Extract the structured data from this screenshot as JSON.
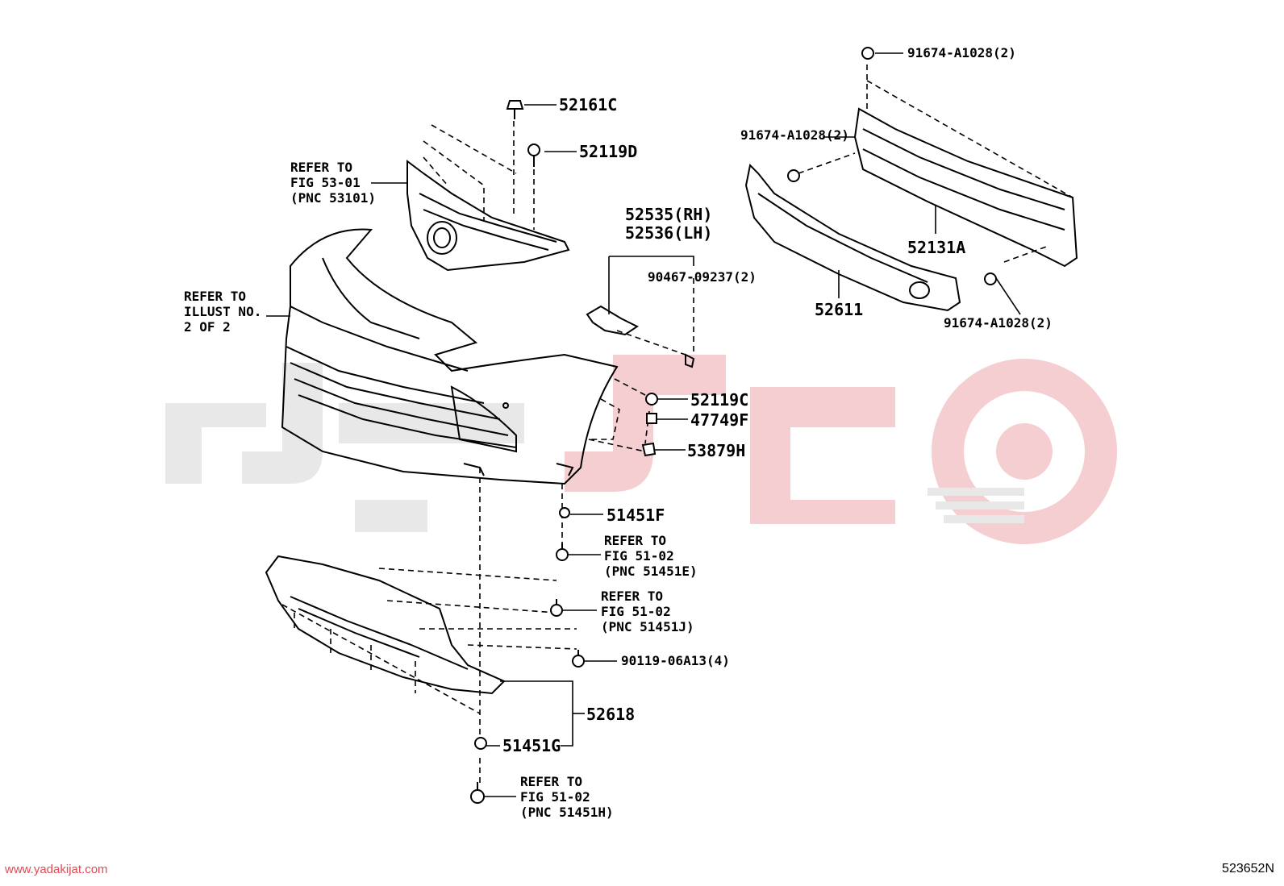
{
  "parts": {
    "p52161C": "52161C",
    "p52119D": "52119D",
    "p52535": "52535(RH)",
    "p52536": "52536(LH)",
    "p90467": "90467-09237(2)",
    "p52119C": "52119C",
    "p47749F": "47749F",
    "p53879H": "53879H",
    "p51451F": "51451F",
    "p90119": "90119-06A13(4)",
    "p52618": "52618",
    "p51451G": "51451G",
    "p91674_top": "91674-A1028(2)",
    "p91674_left": "91674-A1028(2)",
    "p91674_bottom": "91674-A1028(2)",
    "p52131A": "52131A",
    "p52611": "52611"
  },
  "notes": {
    "grille": [
      "REFER TO",
      "FIG 53-01",
      "(PNC 53101)"
    ],
    "illust": [
      "REFER TO",
      "ILLUST NO.",
      "2 OF 2"
    ],
    "bolt_e": [
      "REFER TO",
      "FIG 51-02",
      "(PNC 51451E)"
    ],
    "bolt_j": [
      "REFER TO",
      "FIG 51-02",
      "(PNC 51451J)"
    ],
    "bolt_h": [
      "REFER TO",
      "FIG 51-02",
      "(PNC 51451H)"
    ]
  },
  "footer": {
    "website": "www.yadakijat.com",
    "figure_code": "523652N"
  },
  "colors": {
    "watermark": "#f3c9cc",
    "watermark_gray": "#e6e6e6",
    "ink": "#000000",
    "site": "#e04a56"
  }
}
